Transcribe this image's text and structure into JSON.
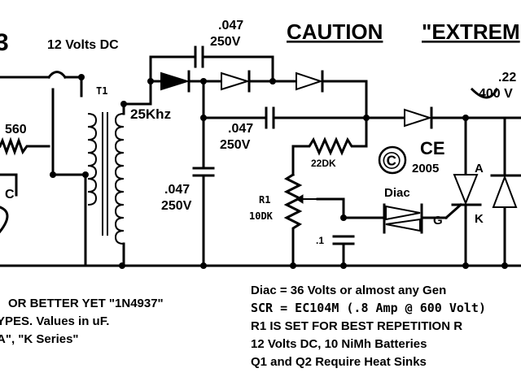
{
  "diagram": {
    "fig_number": "3",
    "supply": "12 Volts DC",
    "caution": "CAUTION",
    "caution_quote": "\"EXTREM",
    "transformer": "T1",
    "frequency": "25Khz",
    "cap_top": {
      "value": ".047",
      "voltage": "250V"
    },
    "cap_mid": {
      "value": ".047",
      "voltage": "250V"
    },
    "cap_left": {
      "value": ".047",
      "voltage": "250V"
    },
    "cap_right": {
      "value": ".22",
      "voltage": "400 V"
    },
    "resistor_left": "560",
    "label_c": "C",
    "resistor_22k": "22DK",
    "pot_name": "R1",
    "pot_value": "10DK",
    "cap_small": ".1",
    "copyright_symbol": "©",
    "ce_mark": "CE",
    "year": "2005",
    "diac_label": "Diac",
    "scr_gate": "G",
    "scr_anode": "A",
    "scr_cathode": "K"
  },
  "notes": {
    "right": [
      "Diac = 36 Volts or almost any Gen",
      "SCR = EC104M (.8 Amp @ 600 Volt)",
      "R1 IS SET FOR BEST REPETITION  R",
      "12 Volts DC, 10 NiMh Batteries",
      "Q1 and Q2 Require Heat Sinks"
    ],
    "left": [
      "OR BETTER YET \"1N4937\"",
      "YPES.  Values in uF.",
      "A\",  \"K Series\""
    ]
  }
}
